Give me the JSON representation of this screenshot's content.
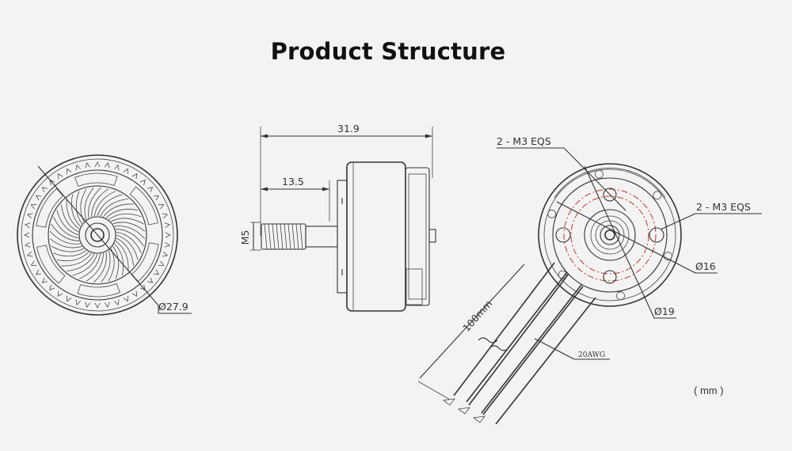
{
  "title": "Product Structure",
  "front_view": {
    "diameter_label": "Ø27.9"
  },
  "side_view": {
    "length_label": "31.9",
    "shaft_length_label": "13.5",
    "shaft_thread_label": "M5"
  },
  "bottom_view": {
    "mount_label_top": "2 - M3 EQS",
    "mount_label_right": "2 - M3 EQS",
    "inner_circle_label": "Ø16",
    "outer_circle_label": "Ø19",
    "wire_length_label": "100mm",
    "wire_gauge_label": "20AWG"
  },
  "unit_label": "( mm )",
  "colors": {
    "line": "#333333",
    "accent_circle": "#c0392b",
    "background": "#f3f3f3"
  }
}
